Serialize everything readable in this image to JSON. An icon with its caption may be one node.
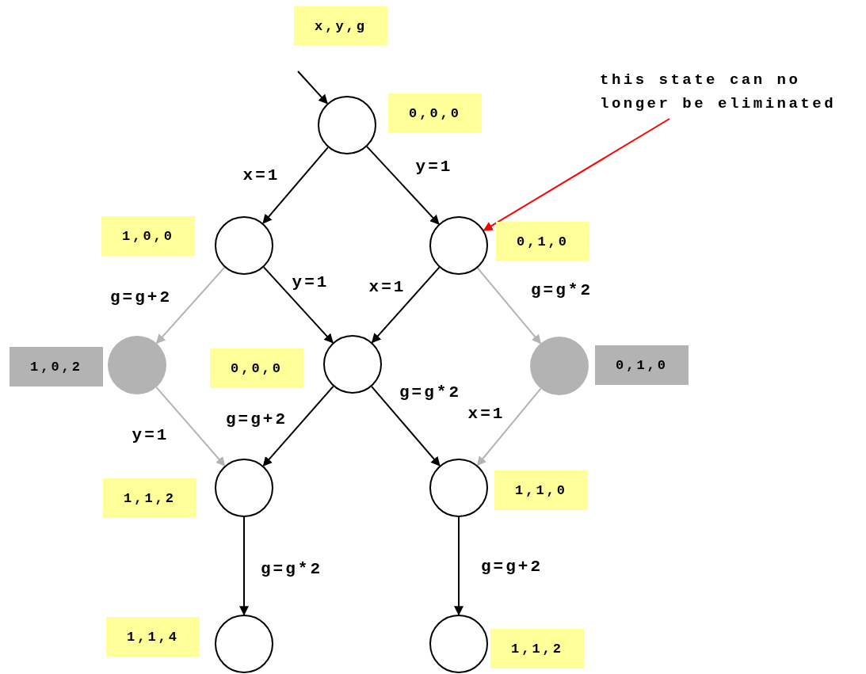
{
  "diagram": {
    "nodes": [
      {
        "text": [],
        "shape": "circle",
        "beside": [
          "0,0,0"
        ]
      },
      {
        "text": [],
        "shape": "circle",
        "beside": [
          "1,0,0"
        ]
      },
      {
        "text": [],
        "shape": "circle",
        "beside": [
          "0,1,0"
        ]
      },
      {
        "text": [],
        "shape": "disc",
        "beside": [
          "1,0,2"
        ]
      },
      {
        "text": [],
        "shape": "circle",
        "beside": [
          "0,0,0"
        ]
      },
      {
        "text": [],
        "shape": "disc",
        "beside": [
          "0,1,0"
        ]
      },
      {
        "text": [],
        "shape": "circle",
        "beside": [
          "1,1,2"
        ]
      },
      {
        "text": [],
        "shape": "circle",
        "beside": [
          "1,1,0"
        ]
      },
      {
        "text": [],
        "shape": "circle",
        "beside": [
          "1,1,4"
        ]
      },
      {
        "text": [],
        "shape": "circle",
        "beside": [
          "1,1,2"
        ]
      },
      {
        "text": [
          "this state can no longer be eliminated"
        ]
      }
    ],
    "edges": [
      {
        "from": null,
        "to": 0,
        "arrow": "to"
      },
      {
        "from": 0,
        "to": 1,
        "arrow": "to",
        "label": "x=1"
      },
      {
        "from": 0,
        "to": 2,
        "arrow": "to",
        "label": "y=1"
      },
      {
        "from": 1,
        "to": 3,
        "arrow": "to",
        "label": "g=g+2",
        "color": "#b3b3b3"
      },
      {
        "from": 1,
        "to": 4,
        "arrow": "to",
        "label": "y=1"
      },
      {
        "from": 2,
        "to": 4,
        "arrow": "to",
        "label": "x=1"
      },
      {
        "from": 2,
        "to": 5,
        "arrow": "to",
        "label": "g=g*2",
        "color": "#b3b3b3"
      },
      {
        "from": 3,
        "to": 6,
        "arrow": "to",
        "label": "y=1",
        "color": "#b3b3b3"
      },
      {
        "from": 4,
        "to": 6,
        "arrow": "to",
        "label": "g=g+2"
      },
      {
        "from": 4,
        "to": 7,
        "arrow": "to",
        "label": "g=g*2"
      },
      {
        "from": 5,
        "to": 7,
        "arrow": "to",
        "label": "x=1",
        "color": "#b3b3b3"
      },
      {
        "from": 6,
        "to": 8,
        "arrow": "to",
        "label": "g=g*2"
      },
      {
        "from": 7,
        "to": 9,
        "arrow": "to",
        "label": "g=g+2"
      },
      {
        "from": 10,
        "to": 2,
        "arrow": "to",
        "color": "#ff0000"
      }
    ],
    "labels": [
      "x,y,g"
    ]
  }
}
